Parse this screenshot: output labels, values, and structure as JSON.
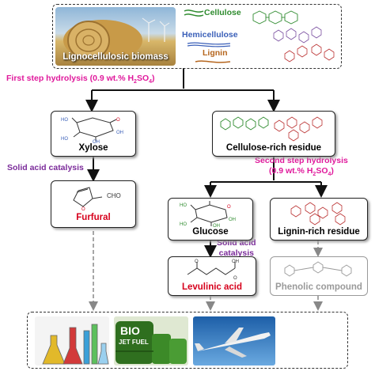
{
  "top": {
    "photo_caption": "Lignocellulosic biomass",
    "legend": [
      {
        "label": "Cellulose",
        "color": "#2e8b2e"
      },
      {
        "label": "Hemicellulose",
        "color": "#3a5fb8"
      },
      {
        "label": "Lignin",
        "color": "#b5651d"
      }
    ]
  },
  "steps": {
    "first_hydrolysis": "First step hydrolysis (0.9 wt.% H",
    "first_sub": "2",
    "first_mid": "SO",
    "first_sub2": "4",
    "first_end": ")",
    "solid_acid_1": "Solid acid catalysis",
    "second_hydrolysis_line1": "Second step hydrolysis",
    "second_line2_a": "(0.9 wt.% H",
    "second_sub": "2",
    "second_mid": "SO",
    "second_sub2": "4",
    "second_end": ")",
    "solid_acid_2_line1": "Solid acid",
    "solid_acid_2_line2": "catalysis"
  },
  "nodes": {
    "xylose": "Xylose",
    "cellulose_residue": "Cellulose-rich residue",
    "furfural": "Furfural",
    "furfural_group": "CHO",
    "glucose": "Glucose",
    "lignin_residue": "Lignin-rich residue",
    "levulinic": "Levulinic acid",
    "phenolic": "Phenolic compound"
  },
  "products": {
    "fuel_drum_text_1": "BIO",
    "fuel_drum_text_2": "JET FUEL"
  },
  "colors": {
    "step_magenta": "#e0199c",
    "step_purple": "#7b2b9a",
    "product_red": "#d6001c",
    "phenolic_gray": "#9a9a9a"
  }
}
